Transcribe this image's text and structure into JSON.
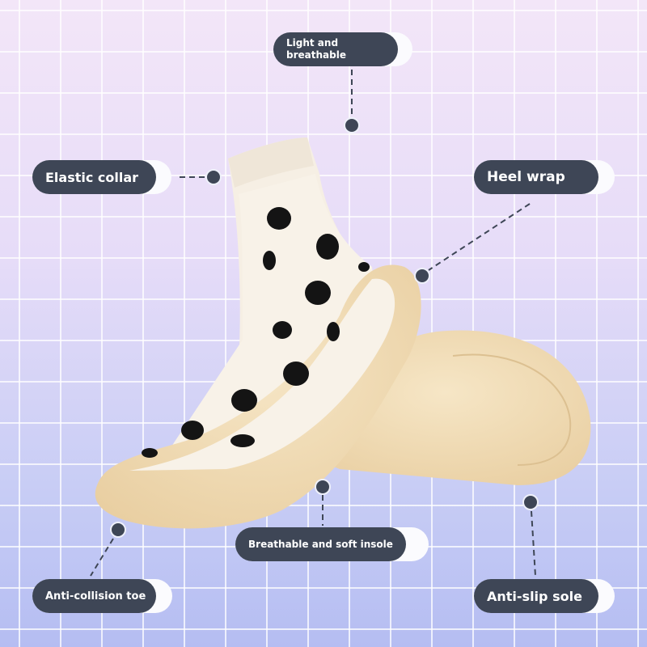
{
  "labels": {
    "light": "Light and breathable",
    "light_l1": "Light and",
    "light_l2": "breathable",
    "collar": "Elastic collar",
    "heel": "Heel wrap",
    "insole": "Breathable and soft insole",
    "toe": "Anti-collision toe",
    "sole": "Anti-slip sole"
  },
  "colors": {
    "pill": "#3e4656",
    "fleece": "#f2ddb8",
    "sock": "#f7f0e4",
    "dot": "#141414"
  }
}
